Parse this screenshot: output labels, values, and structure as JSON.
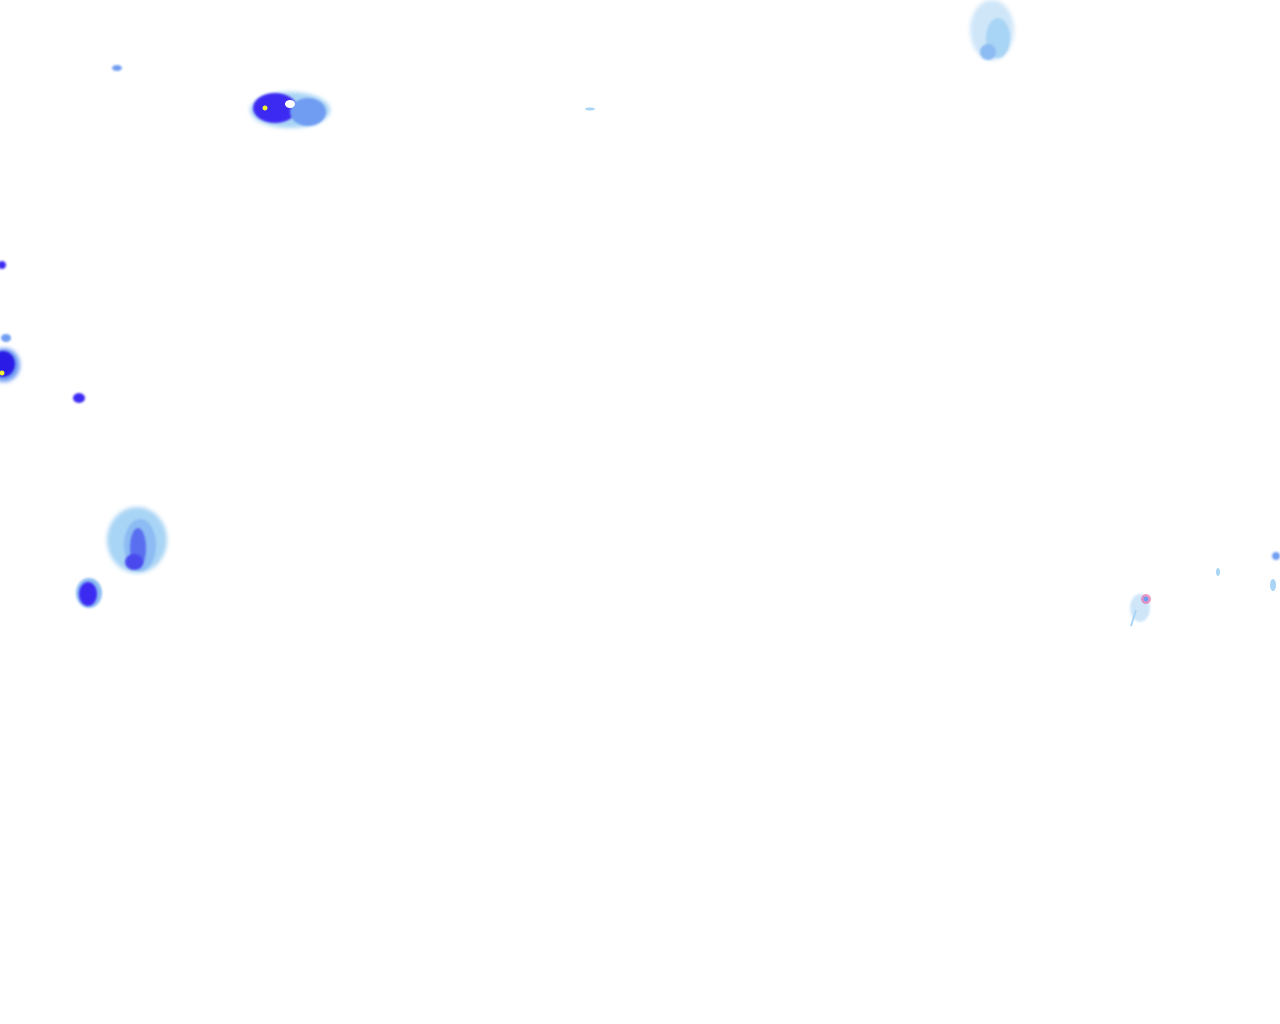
{
  "map": {
    "background": "#ffffff",
    "layer": "precipitation-radar-overlay",
    "palette": {
      "light": "#a8d4f5",
      "medium": "#6f9cf2",
      "heavy": "#3d2cf2",
      "intense": "#2a1ae6",
      "extreme": "#f2f230",
      "hail": "#e65aa0"
    },
    "echoes": [
      {
        "name": "echo-north-west",
        "intensity": "heavy"
      },
      {
        "name": "echo-north-east",
        "intensity": "light"
      },
      {
        "name": "echo-west-edge",
        "intensity": "intense"
      },
      {
        "name": "echo-south-west",
        "intensity": "medium"
      },
      {
        "name": "echo-south-west-small",
        "intensity": "heavy"
      },
      {
        "name": "echo-east",
        "intensity": "hail"
      }
    ]
  }
}
